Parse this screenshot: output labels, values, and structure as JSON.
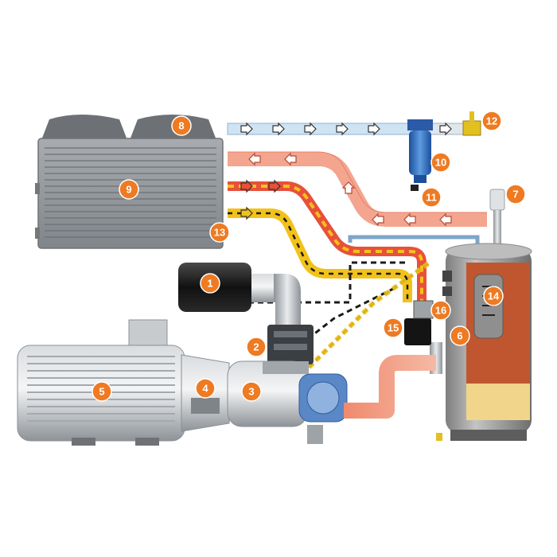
{
  "diagram": {
    "colors": {
      "badge": "#ee7a22",
      "badge_text": "#ffffff",
      "hot_flow": "#e8503a",
      "oil_flow": "#f2c21a",
      "cool_flow": "#cfe3f3",
      "metal": "#9ea3a8",
      "cooler": "#8f9397",
      "tank": "#c0562f",
      "motor_black": "#1b1b1b",
      "filter_blue": "#2f6fc4"
    },
    "components": [
      {
        "id": "motor",
        "icon": "electric-motor"
      },
      {
        "id": "air-intake-filter",
        "icon": "intake-filter"
      },
      {
        "id": "intake-valve",
        "icon": "valve"
      },
      {
        "id": "compressor-airend",
        "icon": "screw-compressor"
      },
      {
        "id": "coupling-housing",
        "icon": "coupling"
      },
      {
        "id": "separator-tank",
        "icon": "tank"
      },
      {
        "id": "safety-valve",
        "icon": "valve"
      },
      {
        "id": "cooler-fans",
        "icon": "fan"
      },
      {
        "id": "cooler",
        "icon": "radiator"
      },
      {
        "id": "line-filter",
        "icon": "filter"
      },
      {
        "id": "condensate-drain",
        "icon": "drain"
      },
      {
        "id": "air-outlet",
        "icon": "outlet-valve"
      },
      {
        "id": "cooler-inlet",
        "icon": "pipe"
      },
      {
        "id": "separator-element",
        "icon": "separator"
      },
      {
        "id": "oil-filter",
        "icon": "filter"
      },
      {
        "id": "thermostatic-valve",
        "icon": "valve"
      }
    ],
    "labels": [
      "1",
      "2",
      "3",
      "4",
      "5",
      "6",
      "7",
      "8",
      "9",
      "10",
      "11",
      "12",
      "13",
      "14",
      "15",
      "16"
    ]
  }
}
